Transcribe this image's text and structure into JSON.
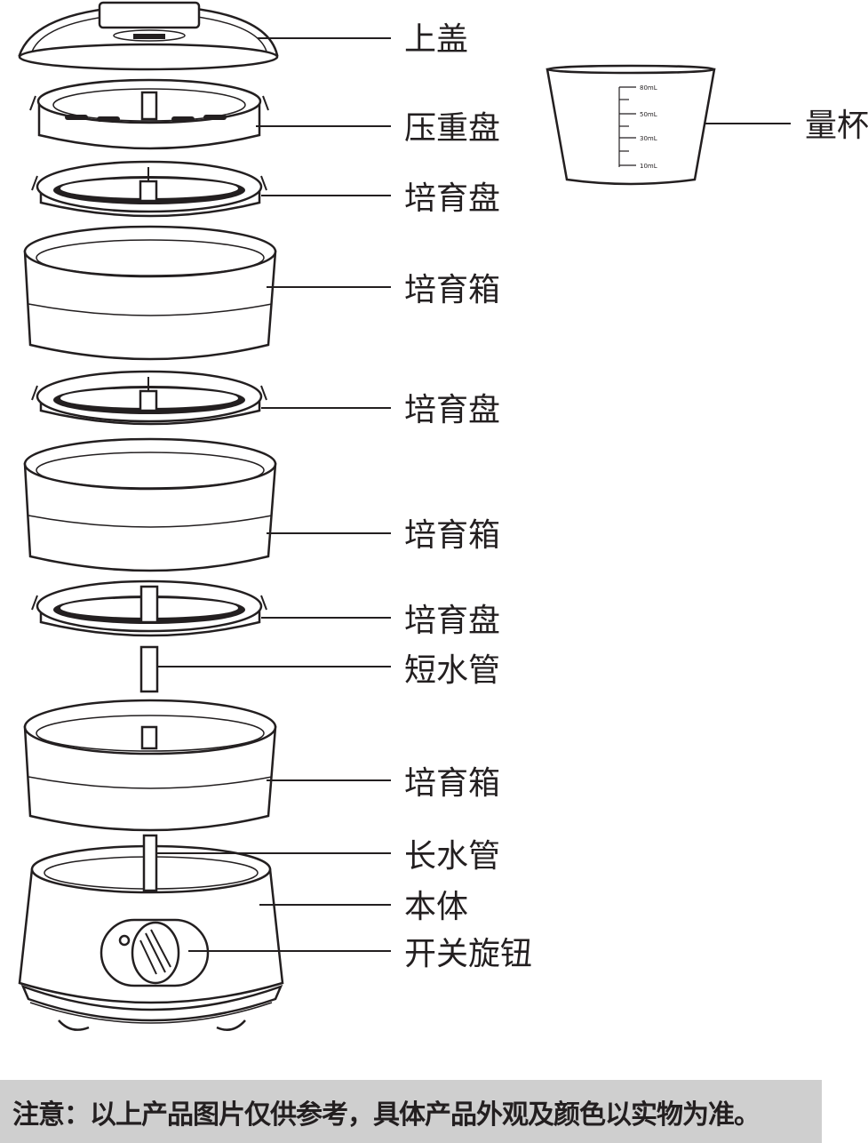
{
  "labels": [
    "上盖",
    "压重盘",
    "培育盘",
    "培育箱",
    "培育盘",
    "培育箱",
    "培育盘",
    "短水管",
    "培育箱",
    "长水管",
    "本体",
    "开关旋钮"
  ],
  "cup": {
    "label": "量杯",
    "marks": [
      "80mL",
      "50mL",
      "30mL",
      "10mL"
    ]
  },
  "notice": "注意：以上产品图片仅供参考，具体产品外观及颜色以实物为准。"
}
